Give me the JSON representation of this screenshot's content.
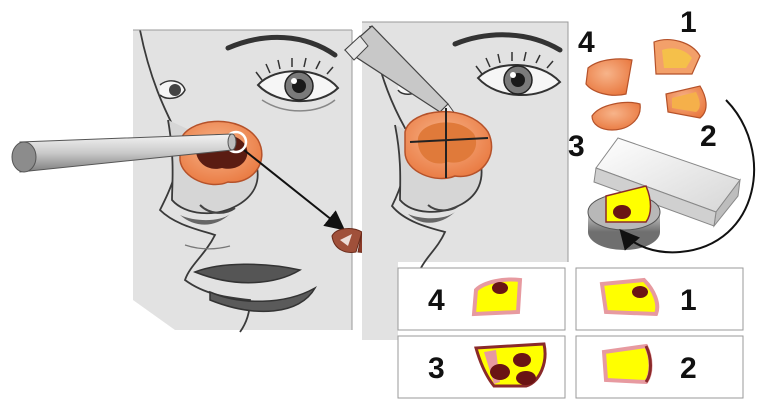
{
  "colors": {
    "skin": "#dcdcdc",
    "skin_panel": "#e2e2e2",
    "outline": "#3a3a3a",
    "lesion_outer": "#f08a4e",
    "lesion_inner": "#5a1c12",
    "tissue_fill": "#ffff00",
    "tissue_rim": "#e79aa0",
    "tissue_spot": "#6a1414",
    "arrow": "#111111"
  },
  "steps": {
    "piece_1": "1",
    "piece_2": "2",
    "piece_3": "3",
    "piece_4": "4"
  },
  "results": [
    {
      "label": "4"
    },
    {
      "label": "1"
    },
    {
      "label": "3"
    },
    {
      "label": "2"
    }
  ],
  "icons": [
    "punch-biopsy-tool-icon",
    "scalpel-icon",
    "cryostat-chuck-icon",
    "glass-slide-icon"
  ]
}
